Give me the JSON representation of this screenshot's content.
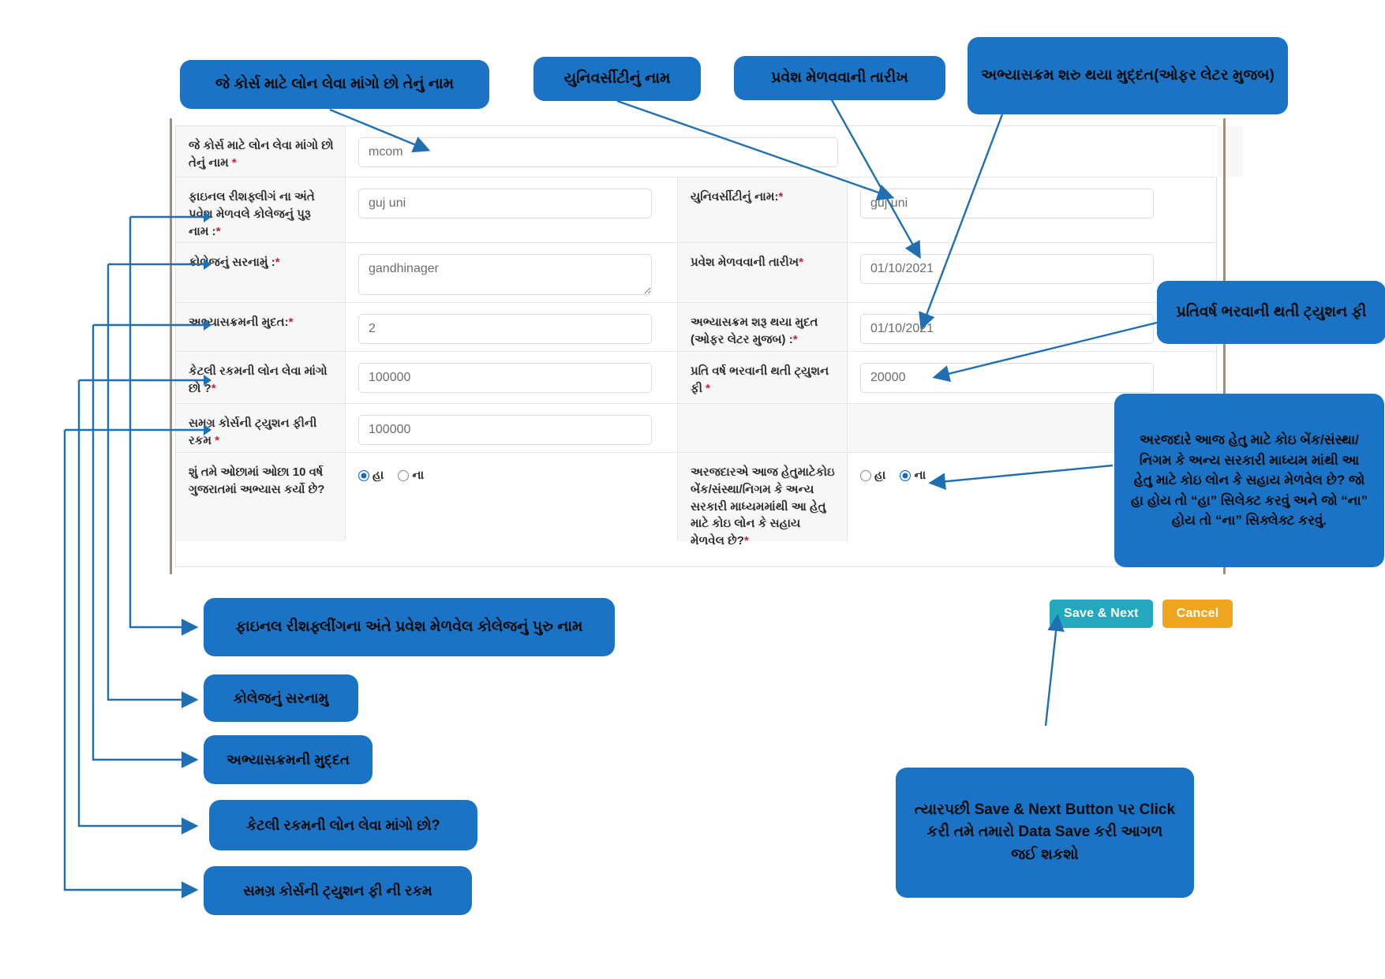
{
  "form": {
    "rows": [
      {
        "id": "course-name",
        "label": "જે કોર્સ માટે લોન લેવા માંગો છો તેનું નામ ",
        "required": true,
        "field": {
          "type": "text",
          "value": "mcom",
          "wide": true
        }
      },
      {
        "id": "college-full-name",
        "label": "ફાઇનલ રીશફ્લીગં ના અંતે પ્રવેશ મેળવલે કોલેજનું પુરૂ નામ :",
        "required": true,
        "field": {
          "type": "text",
          "value": "guj uni"
        },
        "label2": "યુનિવર્સીટીનું નામ:",
        "required2": true,
        "field2": {
          "type": "text",
          "value": "guj uni"
        }
      },
      {
        "id": "college-address",
        "label": "કોલેજનું સરનામું :",
        "required": true,
        "field": {
          "type": "textarea",
          "value": "gandhinager"
        },
        "label2": "પ્રવેશ મેળવવાની તારીખ",
        "required2": true,
        "field2": {
          "type": "text",
          "value": "01/10/2021"
        }
      },
      {
        "id": "course-duration",
        "label": "અભ્યાસક્રમની મુદત:",
        "required": true,
        "field": {
          "type": "text",
          "value": "2"
        },
        "label2": "અભ્યાસક્રમ શરૂ થયા મુદત (ઓફર લેટર મુજબ) :",
        "required2": true,
        "field2": {
          "type": "text",
          "value": "01/10/2021"
        }
      },
      {
        "id": "loan-amount",
        "label": "કેટલી રકમની લોન લેવા માંગો છો ?",
        "required": true,
        "field": {
          "type": "text",
          "value": "100000"
        },
        "label2": "પ્રતિ વર્ષ ભરવાની થતી ટ્યુશન ફી ",
        "required2": true,
        "field2": {
          "type": "text",
          "value": "20000"
        }
      },
      {
        "id": "total-tuition-fee",
        "label": "સમગ્ર કોર્સની ટ્યુશન ફીની રકમ ",
        "required": true,
        "field": {
          "type": "text",
          "value": "100000"
        },
        "label2": "",
        "required2": false,
        "field2": {
          "type": "empty",
          "value": ""
        }
      },
      {
        "id": "gujarat-study",
        "label": "શું તમે ઓછામાં ઓછા 10 વર્ષ ગુજરાતમાં અભ્યાસ કર્યો છે?",
        "required": false,
        "field": {
          "type": "radio",
          "options": [
            "હા",
            "ના"
          ],
          "selected": 0
        },
        "label2": "અરજદારએ આજ હેતુમાટેકોઇ બેંક/સંસ્થા/નિગમ કે અન્ય સરકારી માધ્યમમાંથી આ હેતુ માટે કોઇ લોન કે સહાય મેળવેલ છે?",
        "required2": true,
        "field2": {
          "type": "radio",
          "options": [
            "હા",
            "ના"
          ],
          "selected": 1
        }
      }
    ]
  },
  "buttons": {
    "save_label": "Save & Next",
    "cancel_label": "Cancel",
    "save_color": "#23a8bd",
    "cancel_color": "#f0a51e"
  },
  "callouts": {
    "course_name": "જે કોર્સ માટે લોન લેવા માંગો છો તેનું નામ",
    "university_name": "યુનિવર્સીટીનું નામ",
    "admission_date": "પ્રવેશ મેળવવાની તારીખ",
    "course_start": "અભ્યાસક્રમ શરુ થયા મુદ્દત(ઓફર લેટર મુજબ)",
    "per_year_fee": "પ્રતિવર્ષ ભરવાની થતી ટ્યુશન ફી",
    "existing_loan": "અરજદારે આજ હેતુ માટે કોઇ બેંક/સંસ્થા/નિગમ કે અન્ય સરકારી માધ્યમ માંથી આ હેતુ માટે કોઇ લોન કે સહાય મેળવેલ છે? જો હા હોય તો “હા” સિલેક્ટ કરવું અને જો “ના” હોય તો “ના” સિક્લેક્ટ કરવું.",
    "college_full_name": "ફાઇનલ રીશફ્લીંગના અંતે પ્રવેશ મેળવેલ કોલેજનું પુરુ નામ",
    "college_address": "કોલેજનું સરનામુ",
    "course_duration": "અભ્યાસક્રમની મુદ્દત",
    "loan_amount": "કેટલી રકમની લોન લેવા માંગો છો?",
    "total_fee": "સમગ્ર કોર્સની ટ્યુશન ફી ની રકમ",
    "save_hint": "ત્યારપછી Save & Next Button પર Click કરી તમે તમારો Data Save કરી આગળ જઈ શકશો"
  },
  "colors": {
    "callout_bg": "#1a73c4",
    "arrow": "#1f6fb2",
    "label_bg": "#f7f7f7",
    "required_star": "#c7203a"
  }
}
